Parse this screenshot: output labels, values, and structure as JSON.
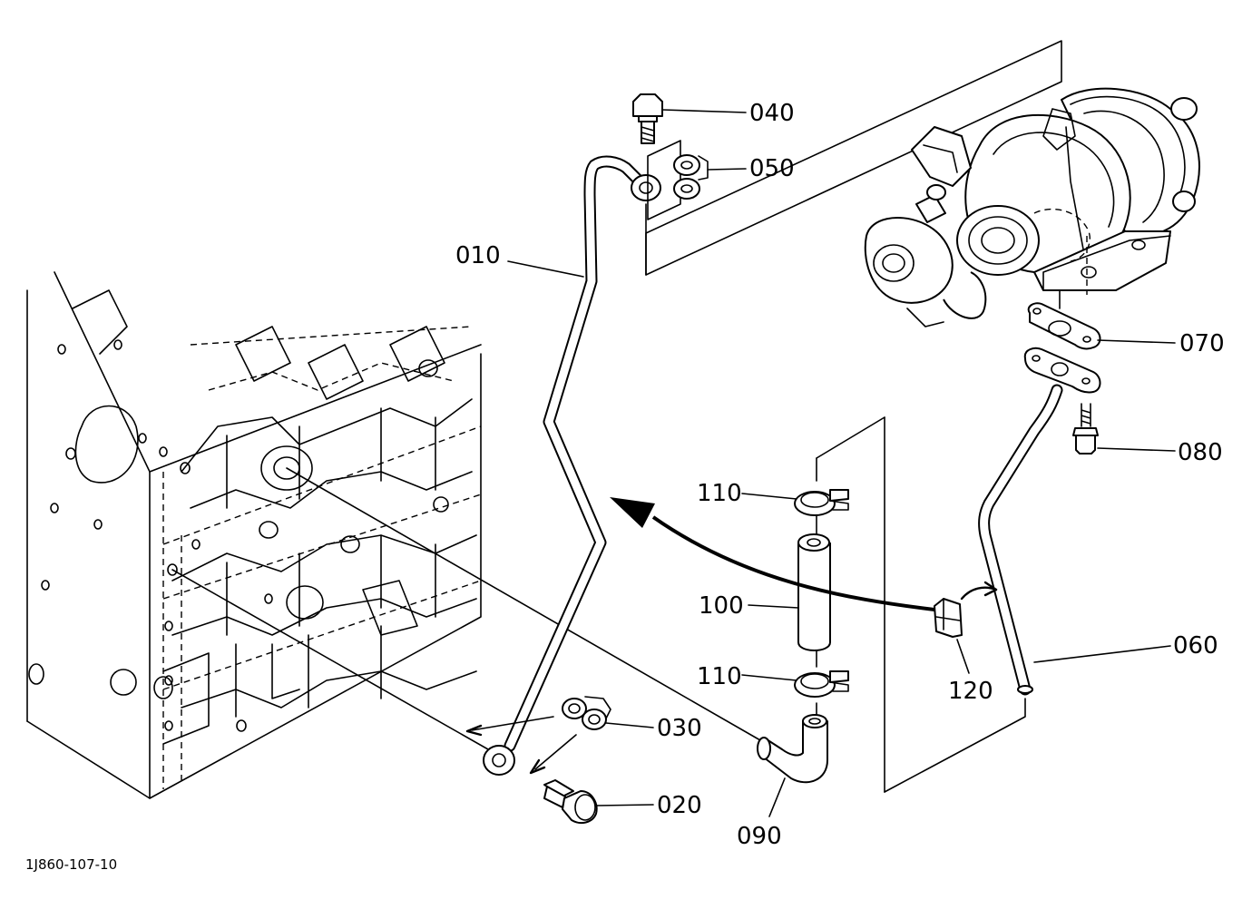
{
  "figure_code": "1J860-107-10",
  "callouts": {
    "p010": "010",
    "p020": "020",
    "p030": "030",
    "p040": "040",
    "p050": "050",
    "p060": "060",
    "p070": "070",
    "p080": "080",
    "p090": "090",
    "p100": "100",
    "p110_top": "110",
    "p110_bottom": "110",
    "p120": "120"
  },
  "colors": {
    "line": "#000000",
    "background": "#ffffff"
  }
}
